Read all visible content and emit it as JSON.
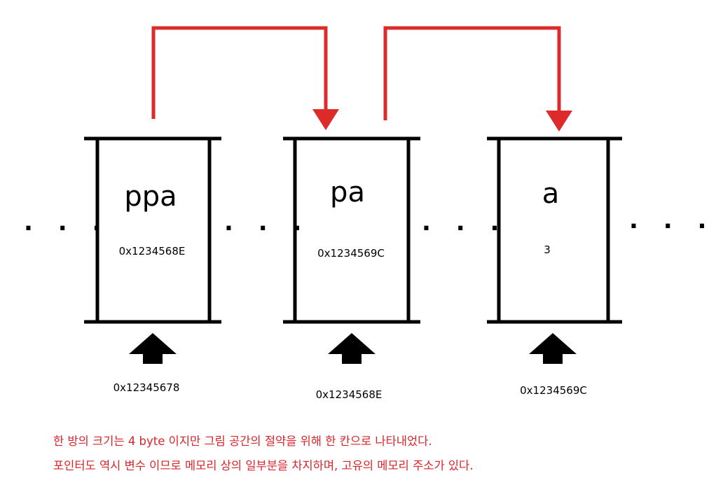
{
  "cells": [
    {
      "name": "ppa",
      "value": "0x1234568E",
      "address": "0x12345678"
    },
    {
      "name": "pa",
      "value": "0x1234569C",
      "address": "0x1234568E"
    },
    {
      "name": "a",
      "value": "3",
      "address": "0x1234569C"
    }
  ],
  "ellipsis": ". . .",
  "colors": {
    "box": "#000000",
    "pointer_arrow": "#dd2a2a",
    "caption": "#d9242a"
  },
  "captions": [
    "한 방의 크기는 4 byte 이지만 그림 공간의 절약을 위해 한 칸으로 나타내었다.",
    "포인터도 역시 변수 이므로 메모리 상의 일부분을 차지하며, 고유의 메모리 주소가 있다."
  ]
}
